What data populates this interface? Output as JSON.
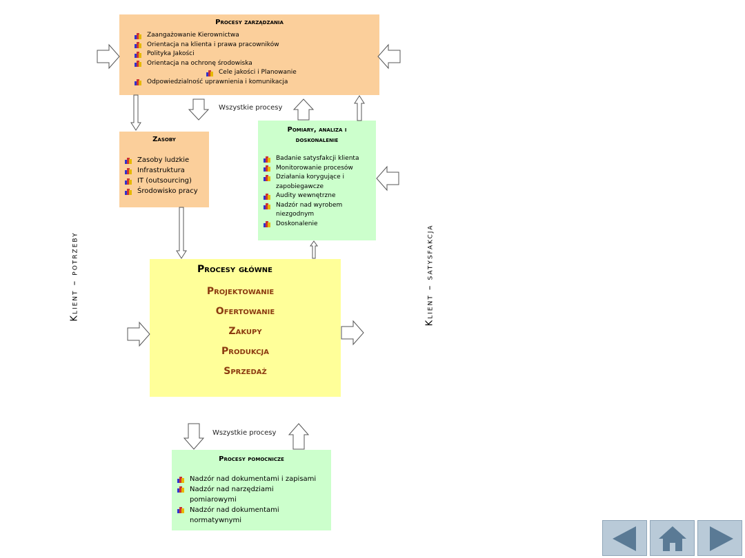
{
  "top_box": {
    "title": "Procesy zarządzania",
    "items": [
      "Zaangażowanie Kierownictwa",
      "Orientacja na klienta i prawa pracowników",
      "Polityka Jakości",
      "Orientacja na ochronę środowiska",
      "Cele jakości i Planowanie",
      "Odpowiedzialność uprawnienia i komunikacja"
    ]
  },
  "resources_box": {
    "title": "Zasoby",
    "items": [
      "Zasoby ludzkie",
      "Infrastruktura",
      "IT (outsourcing)",
      "Środowisko pracy"
    ]
  },
  "measurement_box": {
    "title_line1": "Pomiary, analiza i",
    "title_line2": "doskonalenie",
    "items": [
      "Badanie satysfakcji klienta",
      "Monitorowanie procesów",
      "Działania korygujące i zapobiegawcze",
      "Audity wewnętrzne",
      "Nadzór nad wyrobem niezgodnym",
      "Doskonalenie"
    ]
  },
  "main_box": {
    "title": "Procesy główne",
    "items": [
      "Projektowanie",
      "Ofertowanie",
      "Zakupy",
      "Produkcja",
      "Sprzedaż"
    ]
  },
  "support_box": {
    "title": "Procesy pomocnicze",
    "items": [
      "Nadzór nad dokumentami i zapisami",
      "Nadzór nad narzędziami pomiarowymi",
      "Nadzór nad dokumentami normatywnymi"
    ]
  },
  "labels": {
    "all_processes_top": "Wszystkie procesy",
    "all_processes_bottom": "Wszystkie procesy",
    "left_side": "Klient – potrzeby",
    "right_side": "Klient – satysfakcja"
  },
  "navigation": {
    "prev_icon": "triangle-left-icon",
    "home_icon": "home-icon",
    "next_icon": "triangle-right-icon"
  },
  "colors": {
    "management": "#fbcf9b",
    "measurement": "#ccffcc",
    "main": "#ffff99",
    "main_items": "#8b3a10"
  }
}
